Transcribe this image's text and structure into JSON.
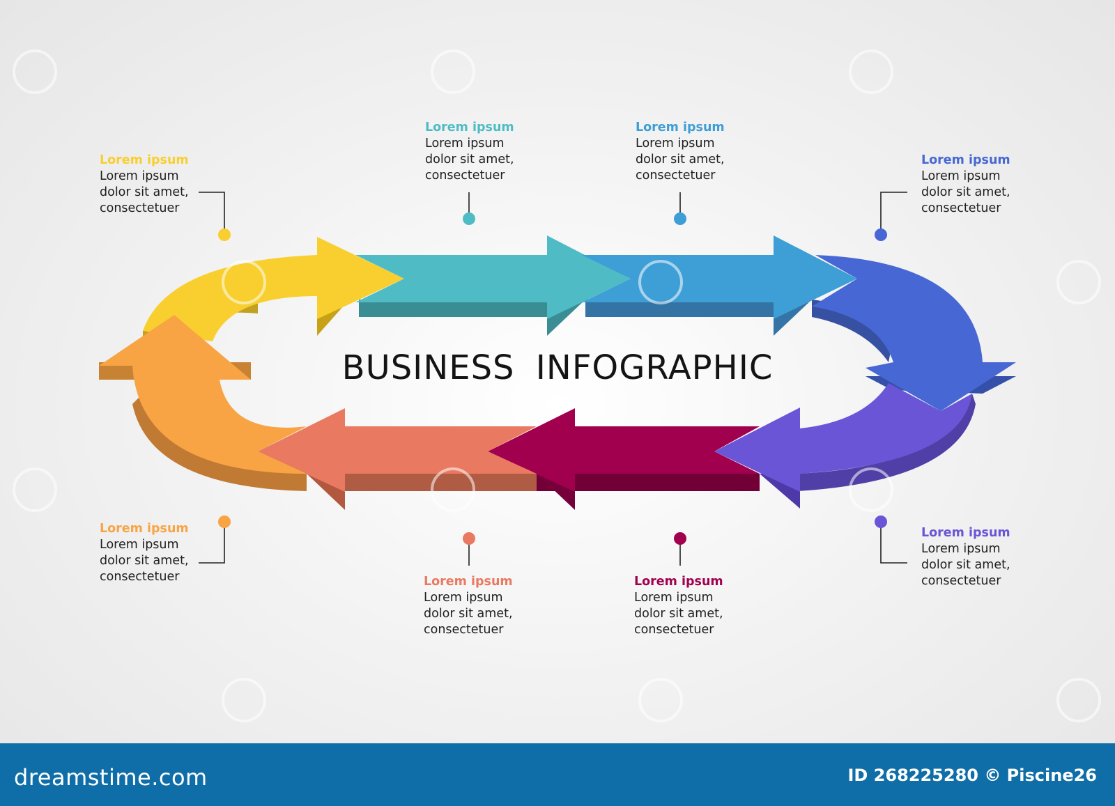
{
  "title": "BUSINESS  INFOGRAPHIC",
  "steps": [
    {
      "color": "#f8cf2f",
      "title": "Lorem ipsum",
      "lines": [
        "Lorem ipsum",
        "dolor sit amet,",
        "consectetuer"
      ]
    },
    {
      "color": "#4fbcc5",
      "title": "Lorem ipsum",
      "lines": [
        "Lorem ipsum",
        "dolor sit amet,",
        "consectetuer"
      ]
    },
    {
      "color": "#3e9ed6",
      "title": "Lorem ipsum",
      "lines": [
        "Lorem ipsum",
        "dolor sit amet,",
        "consectetuer"
      ]
    },
    {
      "color": "#4768d4",
      "title": "Lorem ipsum",
      "lines": [
        "Lorem ipsum",
        "dolor sit amet,",
        "consectetuer"
      ]
    },
    {
      "color": "#6a55d6",
      "title": "Lorem ipsum",
      "lines": [
        "Lorem ipsum",
        "dolor sit amet,",
        "consectetuer"
      ]
    },
    {
      "color": "#a1004f",
      "title": "Lorem ipsum",
      "lines": [
        "Lorem ipsum",
        "dolor sit amet,",
        "consectetuer"
      ]
    },
    {
      "color": "#e97960",
      "title": "Lorem ipsum",
      "lines": [
        "Lorem ipsum",
        "dolor sit amet,",
        "consectetuer"
      ]
    },
    {
      "color": "#f8a445",
      "title": "Lorem ipsum",
      "lines": [
        "Lorem ipsum",
        "dolor sit amet,",
        "consectetuer"
      ]
    }
  ],
  "footer": {
    "brand": "dreamstime.com",
    "id_text": "ID 268225280 © Piscine26",
    "color": "#0f6ea8"
  },
  "watermark": "dreamstime"
}
